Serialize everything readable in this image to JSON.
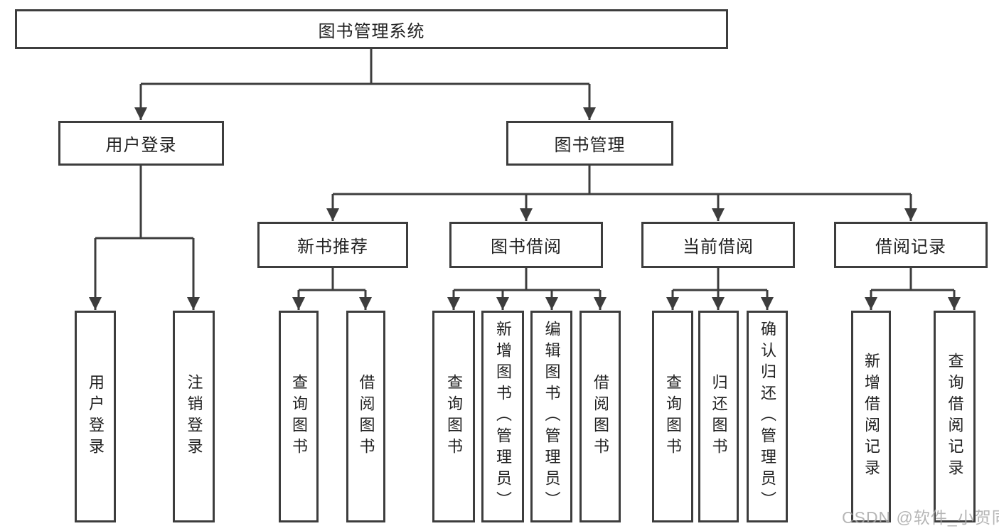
{
  "page": {
    "background": "#ffffff",
    "css_vars": {
      "line": "#3d3d3d",
      "text": "#212121",
      "wm": "#a9a9a9"
    }
  },
  "diagram": {
    "type": "hierarchy-diagram",
    "root": {
      "label": "图书管理系统"
    },
    "level1": [
      {
        "label": "用户登录",
        "children": [
          {
            "label": "用户登录"
          },
          {
            "label": "注销登录"
          }
        ]
      },
      {
        "label": "图书管理",
        "children": [
          {
            "label": "新书推荐",
            "children": [
              {
                "label": "查询图书"
              },
              {
                "label": "借阅图书"
              }
            ]
          },
          {
            "label": "图书借阅",
            "children": [
              {
                "label": "查询图书"
              },
              {
                "label": "新增图书（管理员）"
              },
              {
                "label": "编辑图书（管理员）"
              },
              {
                "label": "借阅图书"
              }
            ]
          },
          {
            "label": "当前借阅",
            "children": [
              {
                "label": "查询图书"
              },
              {
                "label": "归还图书"
              },
              {
                "label": "确认归还（管理员）"
              }
            ]
          },
          {
            "label": "借阅记录",
            "children": [
              {
                "label": "新增借阅记录"
              },
              {
                "label": "查询借阅记录"
              }
            ]
          }
        ]
      }
    ]
  },
  "watermark": {
    "text": "CSDN @软件_小贺同学",
    "color": "#a9a9a9"
  }
}
